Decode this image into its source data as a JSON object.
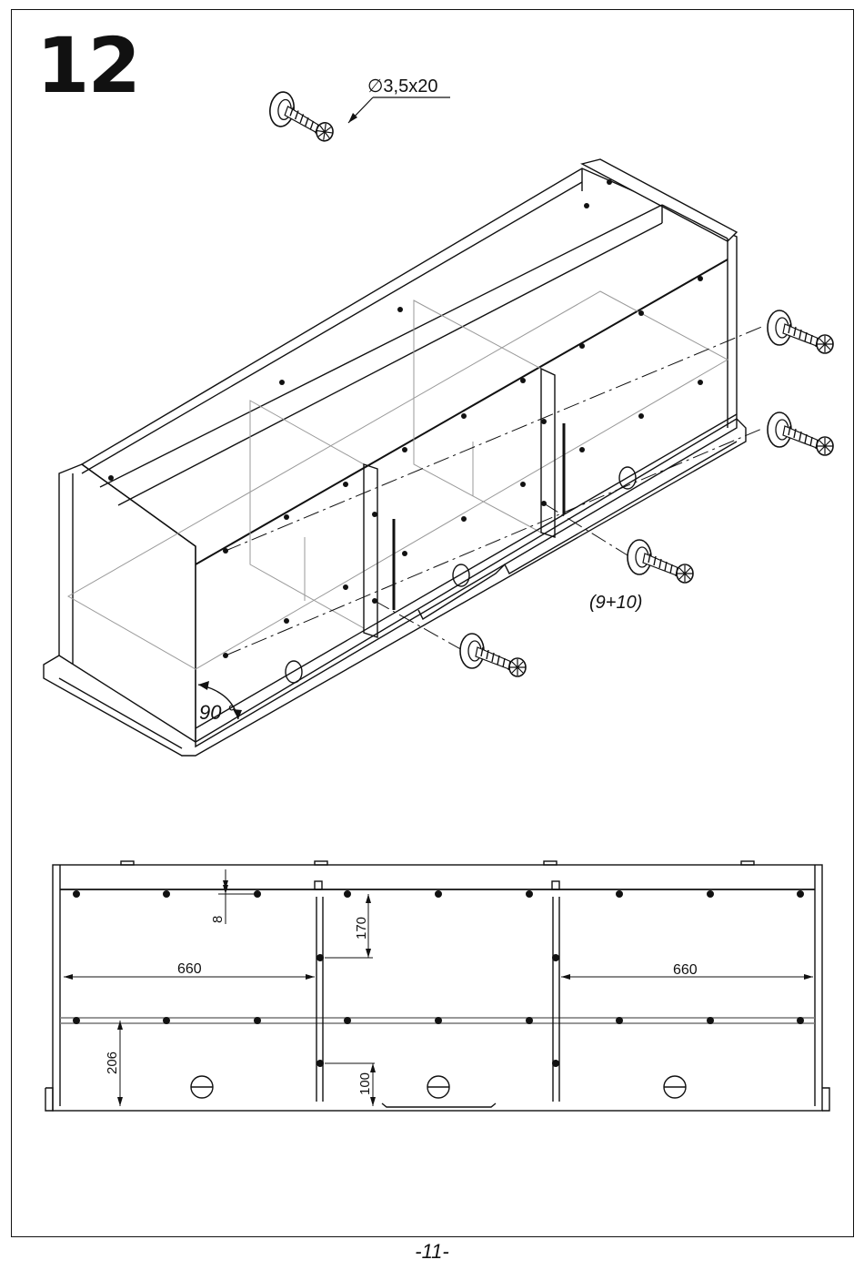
{
  "step": {
    "number": "12"
  },
  "screw": {
    "size_label": "∅3,5x20"
  },
  "assembly": {
    "part_ref": "(9+10)",
    "angle": "90 °"
  },
  "plan": {
    "dims": {
      "top_offset": "8",
      "divider_from_top": "170",
      "left_width": "660",
      "right_width": "660",
      "shelf_height": "206",
      "divider_bottom": "100"
    }
  },
  "page": {
    "number": "-11-"
  }
}
